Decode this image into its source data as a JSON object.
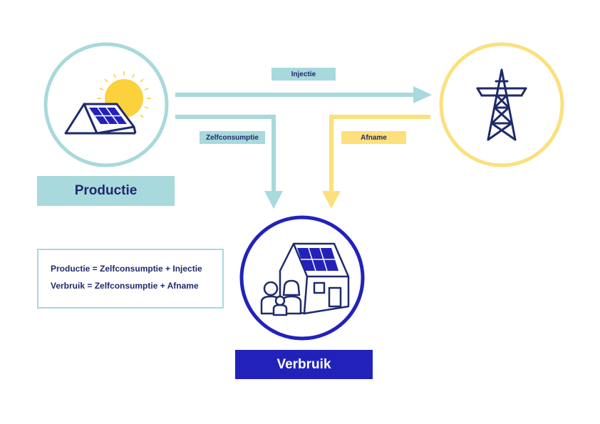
{
  "flows": {
    "injectie": "Injectie",
    "zelfconsumptie": "Zelfconsumptie",
    "afname": "Afname"
  },
  "nodes": {
    "productie": "Productie",
    "verbruik": "Verbruik"
  },
  "formulas": [
    "Productie = Zelfconsumptie + Injectie",
    "Verbruik = Zelfconsumptie + Afname"
  ],
  "icons": {
    "production": "solar-panel-roof-with-sun-icon",
    "grid": "power-pylon-icon",
    "consumption": "family-house-with-solar-panel-icon"
  },
  "colors": {
    "teal": "#a8d9dc",
    "yellow": "#fbe07c",
    "navy": "#1f2a6b",
    "blue": "#2222bb",
    "sun": "#fbd23c"
  }
}
